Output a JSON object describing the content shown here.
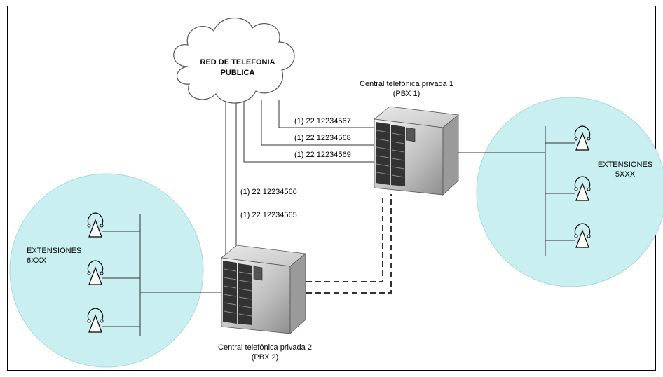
{
  "cloud": {
    "line1": "RED DE TELEFONIA",
    "line2": "PUBLICA"
  },
  "pbx1": {
    "name": "Central telefónica privada 1",
    "id": "(PBX 1)"
  },
  "pbx2": {
    "name": "Central telefónica privada 2",
    "id": "(PBX 2)"
  },
  "trunk_lines": {
    "pbx1": [
      "(1) 22 12234567",
      "(1) 22 12234568",
      "(1) 22 12234569"
    ],
    "pbx2": [
      "(1) 22 12234566",
      "(1) 22 12234565"
    ]
  },
  "extensions_right": {
    "line1": "EXTENSIONES",
    "line2": "5XXX"
  },
  "extensions_left": {
    "line1": "EXTENSIONES",
    "line2": "6XXX"
  },
  "colors": {
    "extension_zone": "#c9eff1",
    "server_body": "#cfcfcf",
    "border": "#000000"
  },
  "icons": {
    "cloud": "cloud-icon",
    "server": "server-icon",
    "phone": "telephone-icon"
  }
}
